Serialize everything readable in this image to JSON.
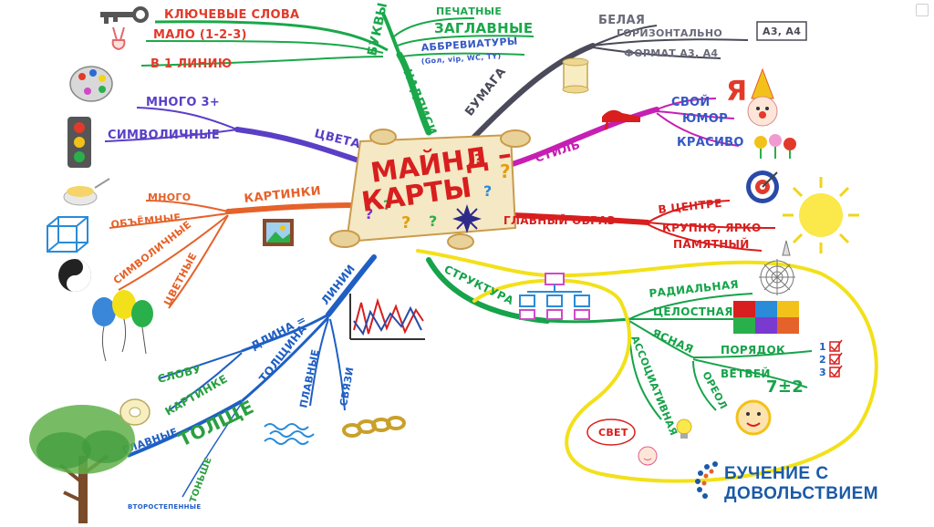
{
  "center": {
    "line1": "МАЙНД –",
    "line2": "КАРТЫ"
  },
  "branches": {
    "bukvy": {
      "label": "БУКВЫ",
      "items": [
        "ПЕЧАТНЫЕ",
        "ЗАГЛАВНЫЕ",
        "АББРЕВИАТУРЫ",
        "(Goл, vip, WC, TY)"
      ]
    },
    "nadpisi": {
      "label": "НАДПИСИ",
      "items": [
        "КЛЮЧЕВЫЕ СЛОВА",
        "МАЛО (1-2-3)",
        "В 1 ЛИНИЮ"
      ]
    },
    "bumaga": {
      "label": "БУМАГА",
      "items": [
        "БЕЛАЯ",
        "ГОРИЗОНТАЛЬНО",
        "ФОРМАТ А3, А4"
      ],
      "badge": "А3, А4"
    },
    "stil": {
      "label": "СТИЛЬ",
      "items": [
        "СВОЙ",
        "ЮМОР",
        "КРАСИВО"
      ]
    },
    "glavny": {
      "label": "ГЛАВНЫЙ ОБРАЗ",
      "items": [
        "В ЦЕНТРЕ",
        "КРУПНО, ЯРКО",
        "ПАМЯТНЫЙ"
      ]
    },
    "tsveta": {
      "label": "ЦВЕТА",
      "items": [
        "МНОГО 3+",
        "СИМВОЛИЧНЫЕ"
      ]
    },
    "kartinki": {
      "label": "КАРТИНКИ",
      "items": [
        "МНОГО",
        "ОБЪЁМНЫЕ",
        "СИМВОЛИЧНЫЕ",
        "ЦВЕТНЫЕ"
      ]
    },
    "linii": {
      "label": "ЛИНИИ",
      "items": [
        "ДЛИНА =",
        "СЛОВУ",
        "КАРТИНКЕ",
        "ТОЛЩИНА",
        "ГЛАВНЫЕ",
        "ТОЛЩЕ",
        "ВТОРОСТЕПЕННЫЕ",
        "ТОНЬШЕ",
        "ПЛАВНЫЕ",
        "СВЯЗИ"
      ]
    },
    "struktura": {
      "label": "СТРУКТУРА",
      "items": [
        "РАДИАЛЬНАЯ",
        "ЦЕЛОСТНАЯ",
        "ЯСНАЯ",
        "ПОРЯДОК",
        "ВЕТВЕЙ",
        "7±2",
        "ОРЕОЛ",
        "АССОЦИАТИВНАЯ",
        "СВЕТ"
      ],
      "numbers": [
        "1",
        "2",
        "3"
      ]
    }
  },
  "logo": {
    "line1": "БУЧЕНИЕ С",
    "line2": "ДОВОЛЬСТВИЕМ"
  },
  "icons": [
    "key-icon",
    "victory-hand-icon",
    "palette-icon",
    "traffic-light-icon",
    "bowl-icon",
    "cube-icon",
    "yin-yang-icon",
    "balloons-icon",
    "tree-icon",
    "measuring-tape-icon",
    "scroll-icon",
    "shoe-icon",
    "clown-icon",
    "flowers-icon",
    "target-icon",
    "sun-icon",
    "spider-web-icon",
    "puzzle-icon",
    "lightbulb-icon",
    "face-icon",
    "chain-icon",
    "wave-icon",
    "line-graph-icon",
    "org-chart-icon",
    "picture-frame-icon",
    "star-icon"
  ],
  "colors": {
    "bukvy": "#1aa84a",
    "nadpisi": "#e23a2a",
    "bumaga": "#4a4a5a",
    "stil": "#c61fb3",
    "glavny": "#d81e1e",
    "tsveta": "#5a3fc6",
    "kartinki": "#e5622a",
    "linii": "#1f5fc4",
    "struktura": "#16a34a",
    "yellow": "#f2e11a",
    "logo": "#1a5aa6"
  }
}
